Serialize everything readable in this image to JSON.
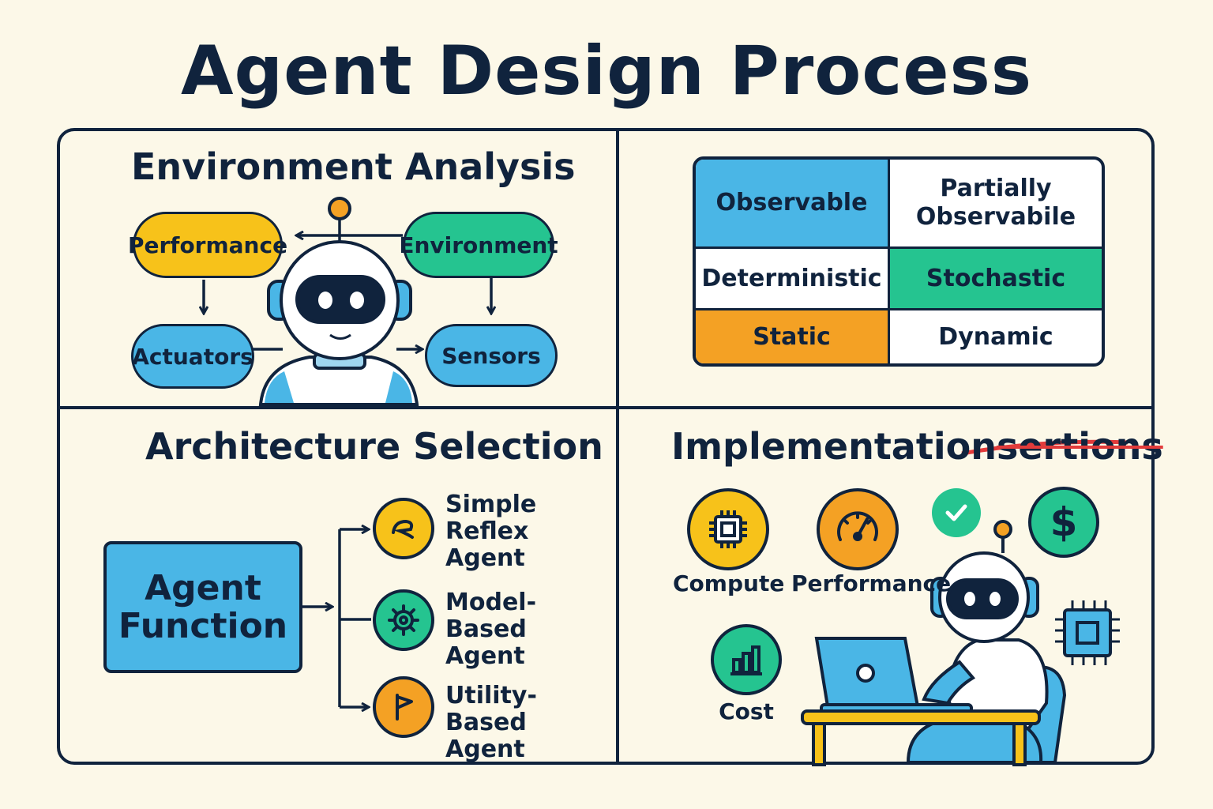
{
  "title": "Agent Design Process",
  "environment_analysis": {
    "heading": "Environment Analysis",
    "nodes": {
      "performance": "Performance",
      "environment": "Environment",
      "actuators": "Actuators",
      "sensors": "Sensors"
    }
  },
  "environment_properties": [
    {
      "left": "Observable",
      "right": "Partially Observabile"
    },
    {
      "left": "Deterministic",
      "right": "Stochastic"
    },
    {
      "left": "Static",
      "right": "Dynamic"
    }
  ],
  "architecture_selection": {
    "heading": "Architecture Selection",
    "function_lines": [
      "Agent",
      "Function"
    ],
    "agents": [
      {
        "lines": [
          "Simple",
          "Reflex",
          "Agent"
        ],
        "icon": "reflex-icon",
        "color": "#f7c21a"
      },
      {
        "lines": [
          "Model-",
          "Based",
          "Agent"
        ],
        "icon": "gear-icon",
        "color": "#25c490"
      },
      {
        "lines": [
          "Utility-",
          "Based",
          "Agent"
        ],
        "icon": "flag-icon",
        "color": "#f4a124"
      }
    ]
  },
  "implementation": {
    "heading": "Implementation",
    "struck_suffix": "sertions",
    "considerations": [
      {
        "label": "Compute",
        "icon": "chip-icon",
        "color": "#f7c21a"
      },
      {
        "label": "Performance",
        "icon": "gauge-icon",
        "color": "#f4a124"
      },
      {
        "label": "Cost",
        "icon": "bar-chart-icon",
        "color": "#25c490"
      }
    ],
    "extra_icons": [
      "check-icon",
      "dollar-icon",
      "chip-icon"
    ]
  },
  "colors": {
    "background": "#fcf8e8",
    "ink": "#10233d",
    "blue": "#4ab6e6",
    "green": "#25c490",
    "yellow": "#f7c21a",
    "orange": "#f4a124",
    "strike": "#e23b3b"
  }
}
